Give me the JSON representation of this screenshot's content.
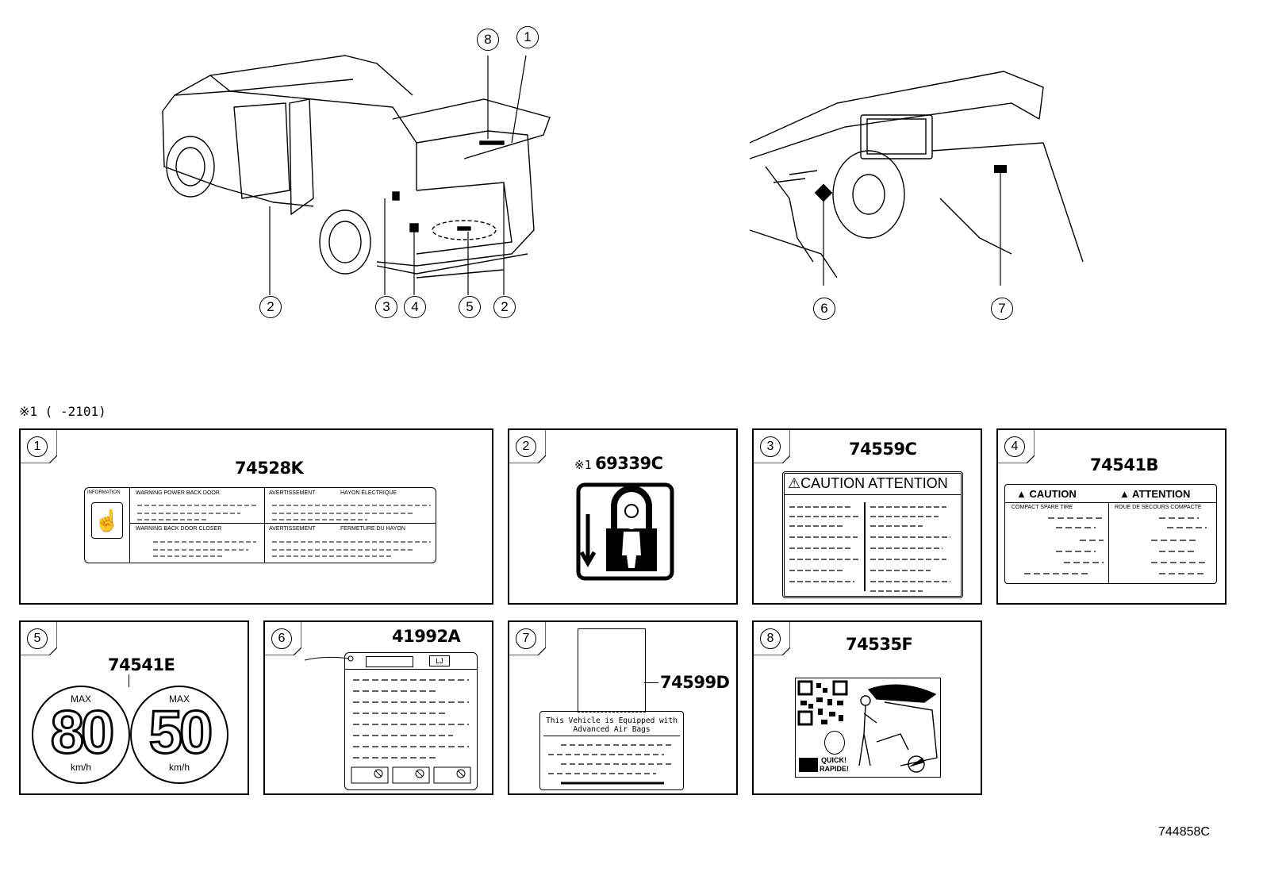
{
  "callouts": {
    "c1": "1",
    "c8": "8",
    "c2a": "2",
    "c3": "3",
    "c4": "4",
    "c5": "5",
    "c2b": "2",
    "c6": "6",
    "c7": "7"
  },
  "note": "※1 (      -2101)",
  "panels": [
    {
      "num": "1",
      "part": "74528K",
      "label": {
        "info": "INFORMATION",
        "warn1": "WARNING POWER BACK DOOR",
        "avert1": "AVERTISSEMENT",
        "fr1": "HAYON ÉLECTRIQUE",
        "warn2": "WARNING BACK DOOR CLOSER",
        "avert2": "AVERTISSEMENT",
        "fr2": "FERMETURE DU HAYON"
      }
    },
    {
      "num": "2",
      "part_prefix": "※1",
      "part": "69339C"
    },
    {
      "num": "3",
      "part": "74559C",
      "label": {
        "header": "CAUTION ATTENTION"
      }
    },
    {
      "num": "4",
      "part": "74541B",
      "label": {
        "caution": "CAUTION",
        "attention": "ATTENTION",
        "sub_en": "COMPACT SPARE TIRE",
        "sub_fr": "ROUE DE SECOURS COMPACTE"
      }
    },
    {
      "num": "5",
      "part": "74541E",
      "label": {
        "max1": "MAX",
        "speed1": "80",
        "unit1": "km/h",
        "max2": "MAX",
        "speed2": "50",
        "unit2": "km/h"
      }
    },
    {
      "num": "6",
      "part": "41992A",
      "label": {
        "tag": "LJ"
      }
    },
    {
      "num": "7",
      "part": "74599D",
      "label": {
        "line1": "This Vehicle is Equipped with",
        "line2": "Advanced Air Bags"
      }
    },
    {
      "num": "8",
      "part": "74535F",
      "label": {
        "quick1": "QUICK!",
        "quick2": "RAPIDE!"
      }
    }
  ],
  "figure_id": "744858C"
}
